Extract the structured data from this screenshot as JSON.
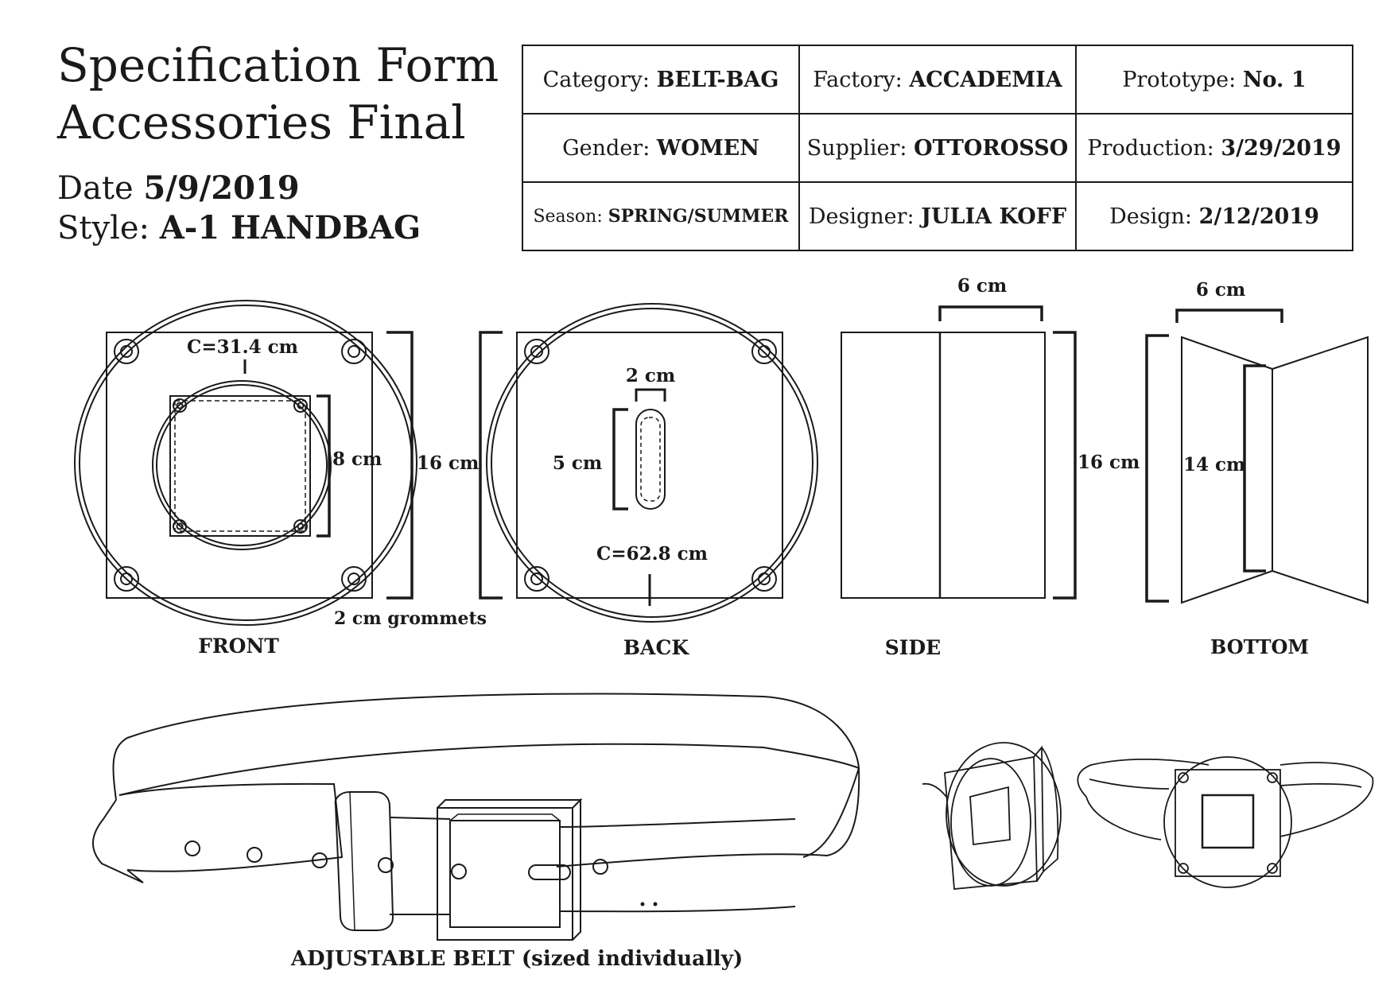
{
  "header": {
    "title_line1": "Specification Form",
    "title_line2": "Accessories Final",
    "date_label": "Date",
    "date_value": "5/9/2019",
    "style_label": "Style:",
    "style_value": "A-1 HANDBAG"
  },
  "spec_table": {
    "rows": [
      [
        {
          "label": "Category:",
          "value": "BELT-BAG"
        },
        {
          "label": "Factory:",
          "value": "ACCADEMIA"
        },
        {
          "label": "Prototype:",
          "value": "No. 1"
        }
      ],
      [
        {
          "label": "Gender:",
          "value": "WOMEN"
        },
        {
          "label": "Supplier:",
          "value": "OTTOROSSO"
        },
        {
          "label": "Production:",
          "value": "3/29/2019"
        }
      ],
      [
        {
          "label": "Season:",
          "value": "SPRING/SUMMER"
        },
        {
          "label": "Designer:",
          "value": "JULIA KOFF"
        },
        {
          "label": "Design:",
          "value": "2/12/2019"
        }
      ]
    ]
  },
  "front": {
    "label": "FRONT",
    "circumference": "C=31.4 cm",
    "inner_height": "8 cm",
    "height": "16 cm",
    "grommets": "2 cm grommets"
  },
  "back": {
    "label": "BACK",
    "slot_width": "2 cm",
    "slot_height": "5 cm",
    "circumference": "C=62.8 cm"
  },
  "side": {
    "label": "SIDE",
    "width": "6 cm",
    "height": "16 cm"
  },
  "bottom": {
    "label": "BOTTOM",
    "width": "6 cm",
    "height": "14 cm"
  },
  "belt": {
    "label": "ADJUSTABLE BELT (sized individually)"
  }
}
